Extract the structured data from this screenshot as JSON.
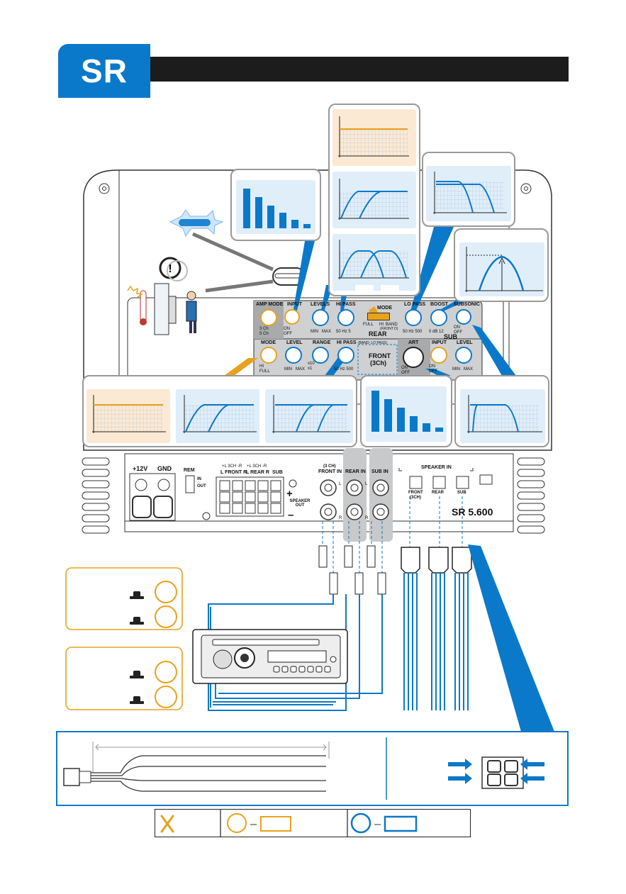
{
  "header": {
    "badge": "SR"
  },
  "colors": {
    "accent_blue": "#0b79c9",
    "accent_orange": "#e8a21e",
    "panel_bg": "#cfd0d2",
    "header_bar": "#1c1c1c"
  },
  "controls_rear": {
    "amp_mode": "AMP MODE",
    "amp_mode_opts": [
      "3 Ch",
      "5 Ch"
    ],
    "input": "INPUT",
    "input_opts": [
      "ON",
      "OFF"
    ],
    "levels": "LEVELS",
    "min": "MIN",
    "max": "MAX",
    "hi_pass": "HI PASS",
    "hi_pass_range": "50 Hz 5",
    "mode": "MODE",
    "mode_opts": [
      "FULL",
      "HI",
      "BAND"
    ],
    "mode_note": "(FRONT D)",
    "section": "REAR"
  },
  "controls_sub": {
    "lo_pass": "LO PASS",
    "lo_pass_range": "50 Hz 500",
    "boost": "BOOST",
    "boost_range": "0 dB 12",
    "subsonic": "SUBSONIC",
    "subsonic_opts": [
      "ON",
      "OFF"
    ],
    "section": "SUB",
    "art": "ART",
    "art_opts": [
      "ON",
      "OFF"
    ],
    "input": "INPUT",
    "input_opts": [
      "ON",
      "OFF"
    ],
    "level": "LEVEL",
    "min": "MIN",
    "max": "MAX"
  },
  "controls_front": {
    "mode": "MODE",
    "mode_opts": [
      "HI",
      "FULL"
    ],
    "level": "LEVEL",
    "min": "MIN",
    "max": "MAX",
    "range": "RANGE",
    "range_opts": [
      "x10",
      "x1"
    ],
    "hi_pass": "HI PASS",
    "hi_pass_note": "(BAND: LO PASS)",
    "hi_pass_range": "50 Hz 500",
    "section": "FRONT",
    "section_sub": "(3Ch)"
  },
  "terminals": {
    "power_12v": "+12V",
    "gnd": "GND",
    "rem": "REM",
    "in": "IN",
    "out": "OUT",
    "speaker_top_front": "+L 3CH -R",
    "speaker_top_rear": "+L 3CH -R",
    "front_lr": "L FRONT R",
    "rear_lr": "L REAR R",
    "sub": "SUB",
    "speaker_out": "SPEAKER OUT",
    "plus": "+",
    "minus": "–",
    "front_in": "FRONT IN",
    "front_in_note": "(3 CH)",
    "rear_in": "REAR IN",
    "sub_in": "SUB IN",
    "l": "L",
    "r": "R",
    "speaker_in": "SPEAKER IN",
    "si_front": "FRONT",
    "si_front_note": "(3CH)",
    "si_rear": "REAR",
    "si_sub": "SUB",
    "model": "SR 5.600"
  }
}
